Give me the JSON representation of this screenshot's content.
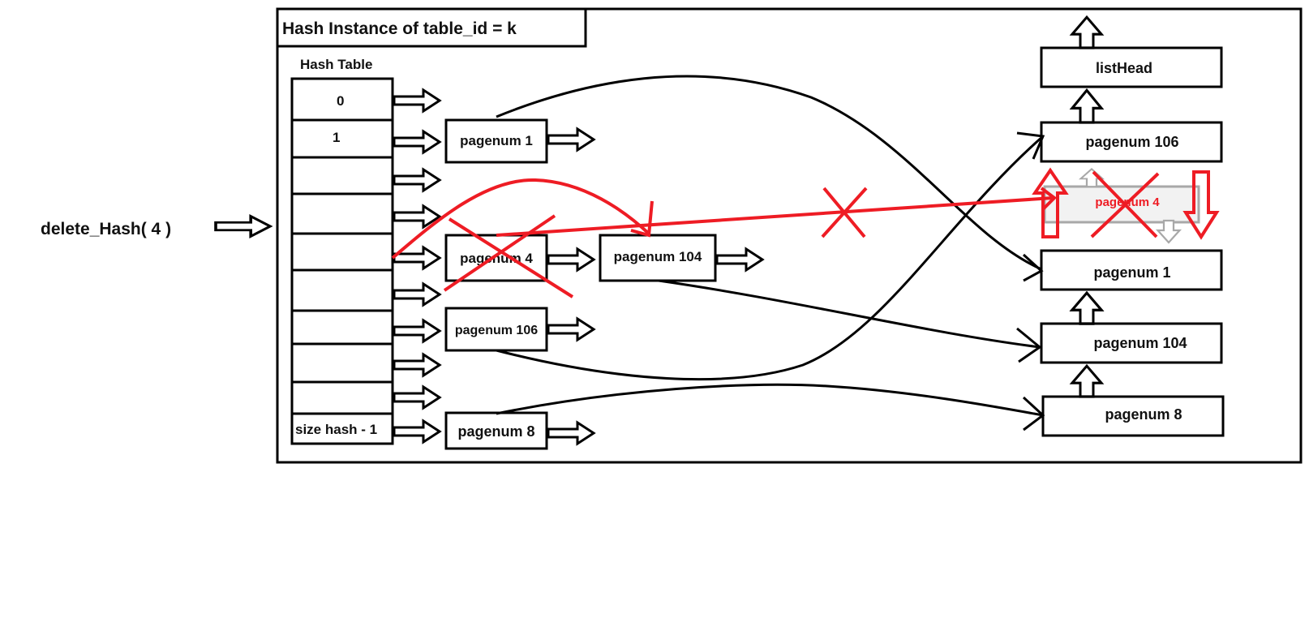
{
  "operation_label": "delete_Hash( 4 )",
  "instance_title": "Hash Instance of table_id = k",
  "hash_table": {
    "title": "Hash Table",
    "first_index": "0",
    "second_index": "1",
    "last_index": "size hash - 1"
  },
  "chain_nodes": {
    "page_1": "pagenum 1",
    "page_4": "pagenum 4",
    "page_104": "pagenum 104",
    "page_106": "pagenum 106",
    "page_8": "pagenum 8"
  },
  "lru_list": {
    "head": "listHead",
    "node_106": "pagenum 106",
    "node_4_deleted": "pagenum 4",
    "node_1": "pagenum 1",
    "node_104": "pagenum 104",
    "node_8": "pagenum 8"
  },
  "colors": {
    "ink": "#000000",
    "deletion": "#ee1c24",
    "faded": "#a8a8a8"
  }
}
